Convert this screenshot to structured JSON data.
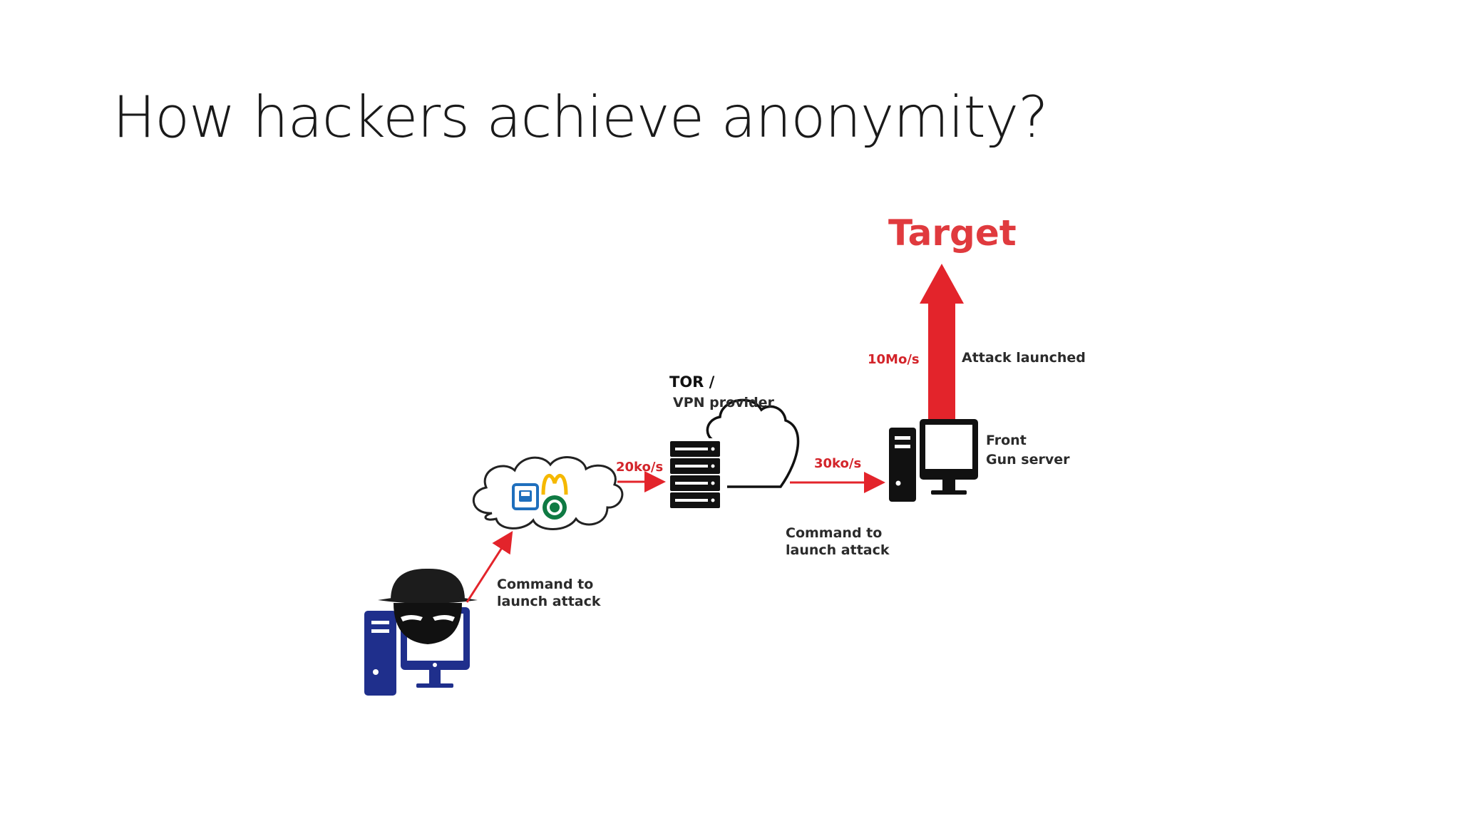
{
  "slide": {
    "title": "How hackers achieve anonymity?"
  },
  "diagram": {
    "target_label": "Target",
    "tor_label_line1": "TOR /",
    "tor_label_line2": "VPN provider",
    "front_label_line1": "Front",
    "front_label_line2": "Gun server",
    "rate_public_to_vpn": "20ko/s",
    "rate_vpn_to_front": "30ko/s",
    "rate_front_to_target": "10Mo/s",
    "attack_launched": "Attack launched",
    "command1_line1": "Command to",
    "command1_line2": "launch attack",
    "command2_line1": "Command to",
    "command2_line2": "launch attack"
  },
  "colors": {
    "arrow_red": "#e3242b",
    "label_red": "#d3242a",
    "hacker_blue": "#1f2f8c",
    "server_black": "#111111"
  },
  "icons": {
    "hacker": "hacker-computer-icon",
    "public_wifi_cloud": "public-wifi-cloud-icon",
    "vpn_server": "server-cloud-icon",
    "front_server": "desktop-computer-icon"
  }
}
